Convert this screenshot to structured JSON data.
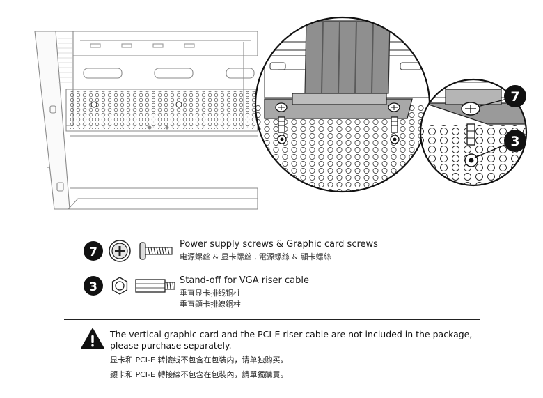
{
  "illustration": {
    "callout_numbers": [
      "7",
      "3"
    ]
  },
  "legend": [
    {
      "number": "7",
      "title": "Power supply screws & Graphic card screws",
      "subtitle_lines": [
        "电源螺丝 & 显卡螺丝 , 電源螺絲 & 顯卡螺絲"
      ]
    },
    {
      "number": "3",
      "title": "Stand-off for VGA riser cable",
      "subtitle_lines": [
        "垂直显卡排线铜柱",
        "垂直顯卡排線銅柱"
      ]
    }
  ],
  "warning": {
    "icon": "warning-triangle-icon",
    "text_en": "The vertical graphic card and the PCI-E riser cable are not included in the package, please purchase separately.",
    "text_zh_cn": "显卡和 PCI-E 转接线不包含在包装内，请单独购买。",
    "text_zh_tw": "顯卡和 PCI-E 轉接線不包含在包裝內，請單獨購買。"
  }
}
